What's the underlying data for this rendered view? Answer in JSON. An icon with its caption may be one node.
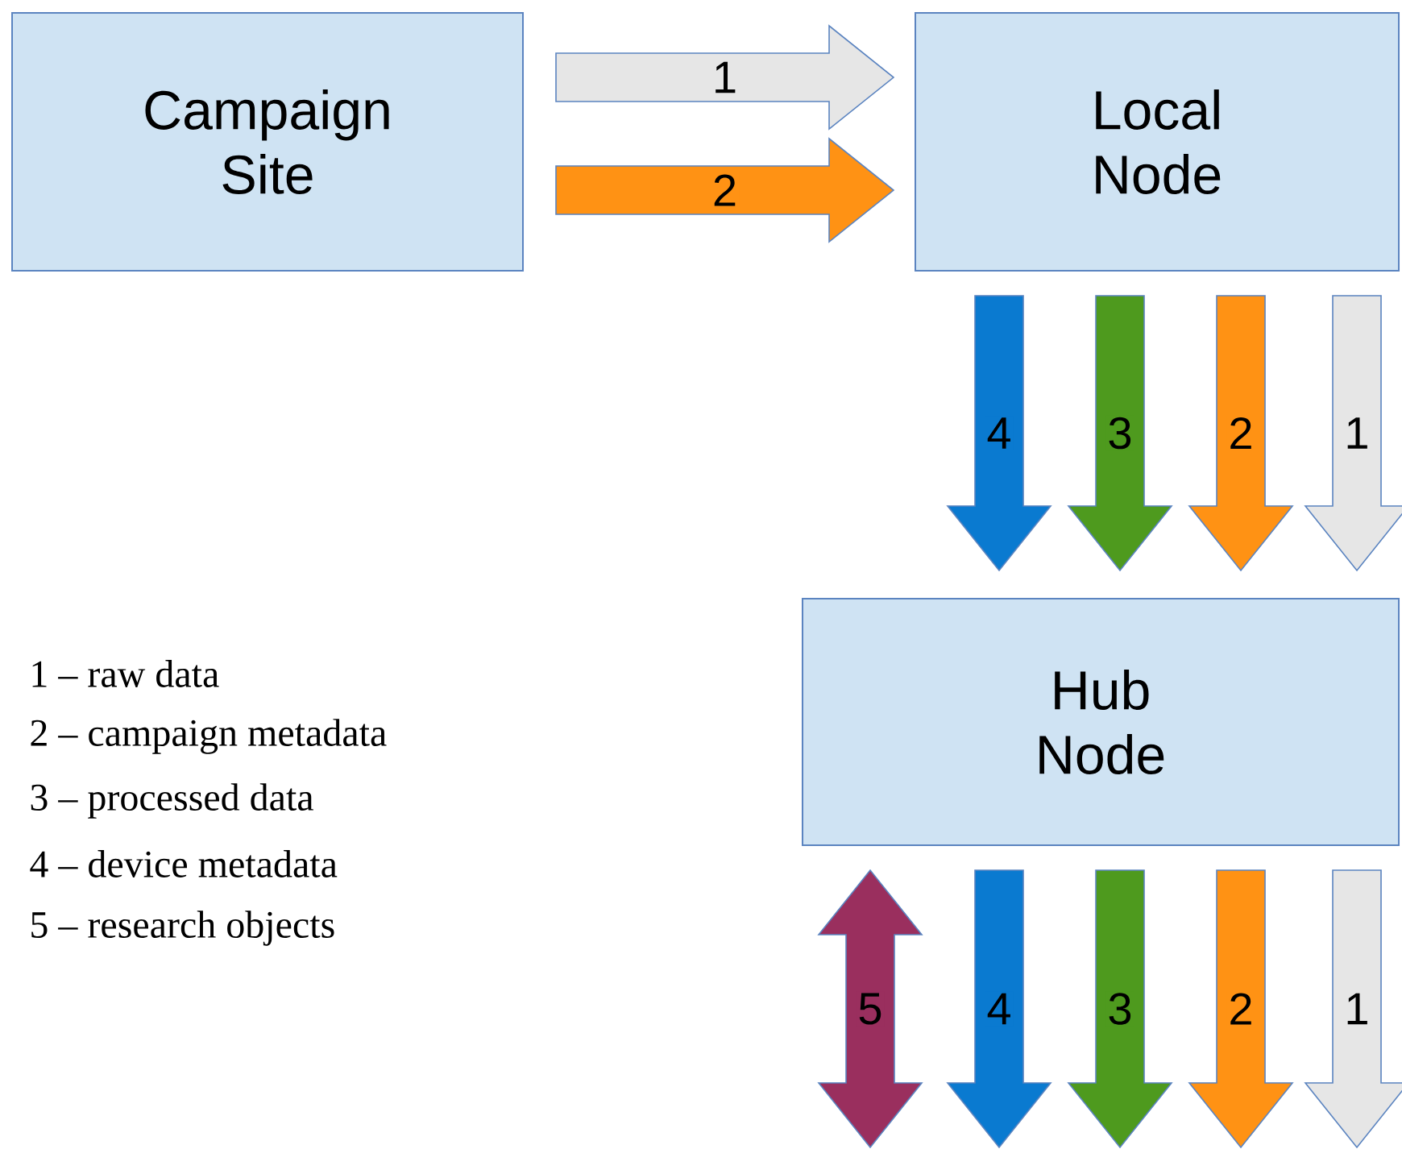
{
  "diagram": {
    "nodes": [
      {
        "text": [
          "Campaign Site"
        ]
      },
      {
        "text": [
          "Local Node"
        ]
      },
      {
        "text": [
          "Hub Node"
        ]
      }
    ],
    "edges": [
      {
        "from": 0,
        "to": 1,
        "arrow": "to",
        "label": "1",
        "color": "#e6e6e6"
      },
      {
        "from": 0,
        "to": 1,
        "arrow": "to",
        "label": "2",
        "color": "#ff9214"
      },
      {
        "from": 1,
        "to": 2,
        "arrow": "to",
        "label": "4",
        "color": "#0a7ad0"
      },
      {
        "from": 1,
        "to": 2,
        "arrow": "to",
        "label": "3",
        "color": "#4e9a1e"
      },
      {
        "from": 1,
        "to": 2,
        "arrow": "to",
        "label": "2",
        "color": "#ff9214"
      },
      {
        "from": 1,
        "to": 2,
        "arrow": "to",
        "label": "1",
        "color": "#e6e6e6"
      },
      {
        "from": 2,
        "to": null,
        "arrow": "both",
        "label": "5",
        "color": "#9a2f5e"
      },
      {
        "from": 2,
        "to": null,
        "arrow": "to",
        "label": "4",
        "color": "#0a7ad0"
      },
      {
        "from": 2,
        "to": null,
        "arrow": "to",
        "label": "3",
        "color": "#4e9a1e"
      },
      {
        "from": 2,
        "to": null,
        "arrow": "to",
        "label": "2",
        "color": "#ff9214"
      },
      {
        "from": 2,
        "to": null,
        "arrow": "to",
        "label": "1",
        "color": "#e6e6e6"
      }
    ],
    "labels": [
      "1 – raw data",
      "2 – campaign metadata",
      "3 – processed data",
      "4 – device metadata",
      "5 – research objects"
    ]
  }
}
